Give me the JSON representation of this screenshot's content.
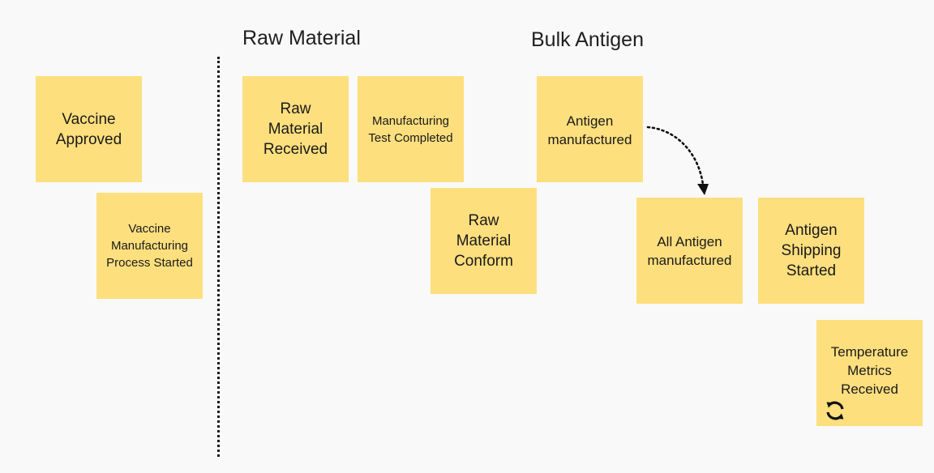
{
  "sections": {
    "raw_material": "Raw Material",
    "bulk_antigen": "Bulk Antigen"
  },
  "stickies": {
    "vaccine_approved": "Vaccine Approved",
    "vaccine_manufacturing_started": "Vaccine Manufacturing Process Started",
    "raw_material_received": "Raw Material Received",
    "manufacturing_test_completed": "Manufacturing Test Completed",
    "raw_material_conform": "Raw Material Conform",
    "antigen_manufactured": "Antigen manufactured",
    "all_antigen_manufactured": "All Antigen manufactured",
    "antigen_shipping_started": "Antigen Shipping Started",
    "temperature_metrics_received": "Temperature Metrics Received"
  },
  "colors": {
    "sticky": "#fddf7e",
    "background": "#f9f9f9",
    "ink": "#1a1a1a"
  },
  "icons": {
    "sync": "sync-icon"
  }
}
